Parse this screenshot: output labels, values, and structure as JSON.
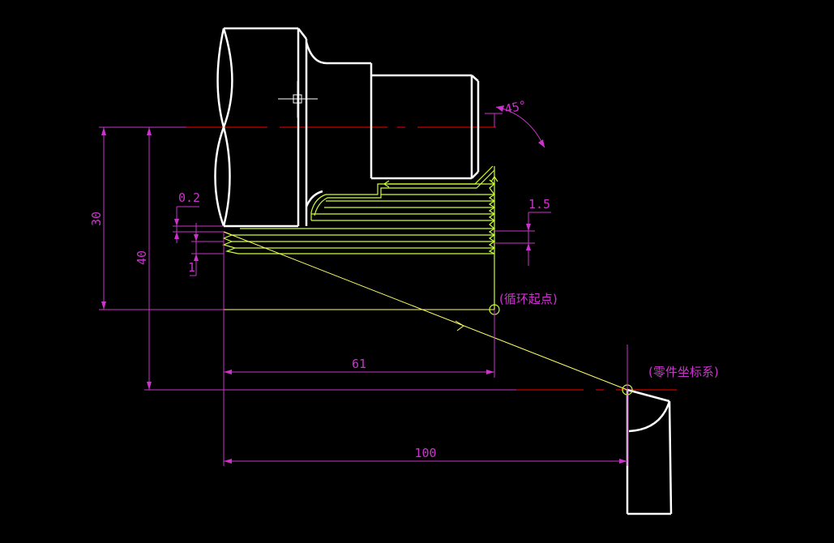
{
  "colors": {
    "background": "#000000",
    "part_outline": "#ffffff",
    "dimension": "#cc33cc",
    "centerline": "#ff0000",
    "toolpath": "#ccff33",
    "rapid_path": "#ffff66"
  },
  "labels": {
    "angle": "45°",
    "finish_allowance": "0.2",
    "depth_of_cut": "1.5",
    "retract": "1",
    "diameter_30": "30",
    "diameter_40": "40",
    "length_61": "61",
    "length_100": "100",
    "cycle_start_point": "(循环起点)",
    "workpiece_coordinate_system": "(零件坐标系)"
  }
}
